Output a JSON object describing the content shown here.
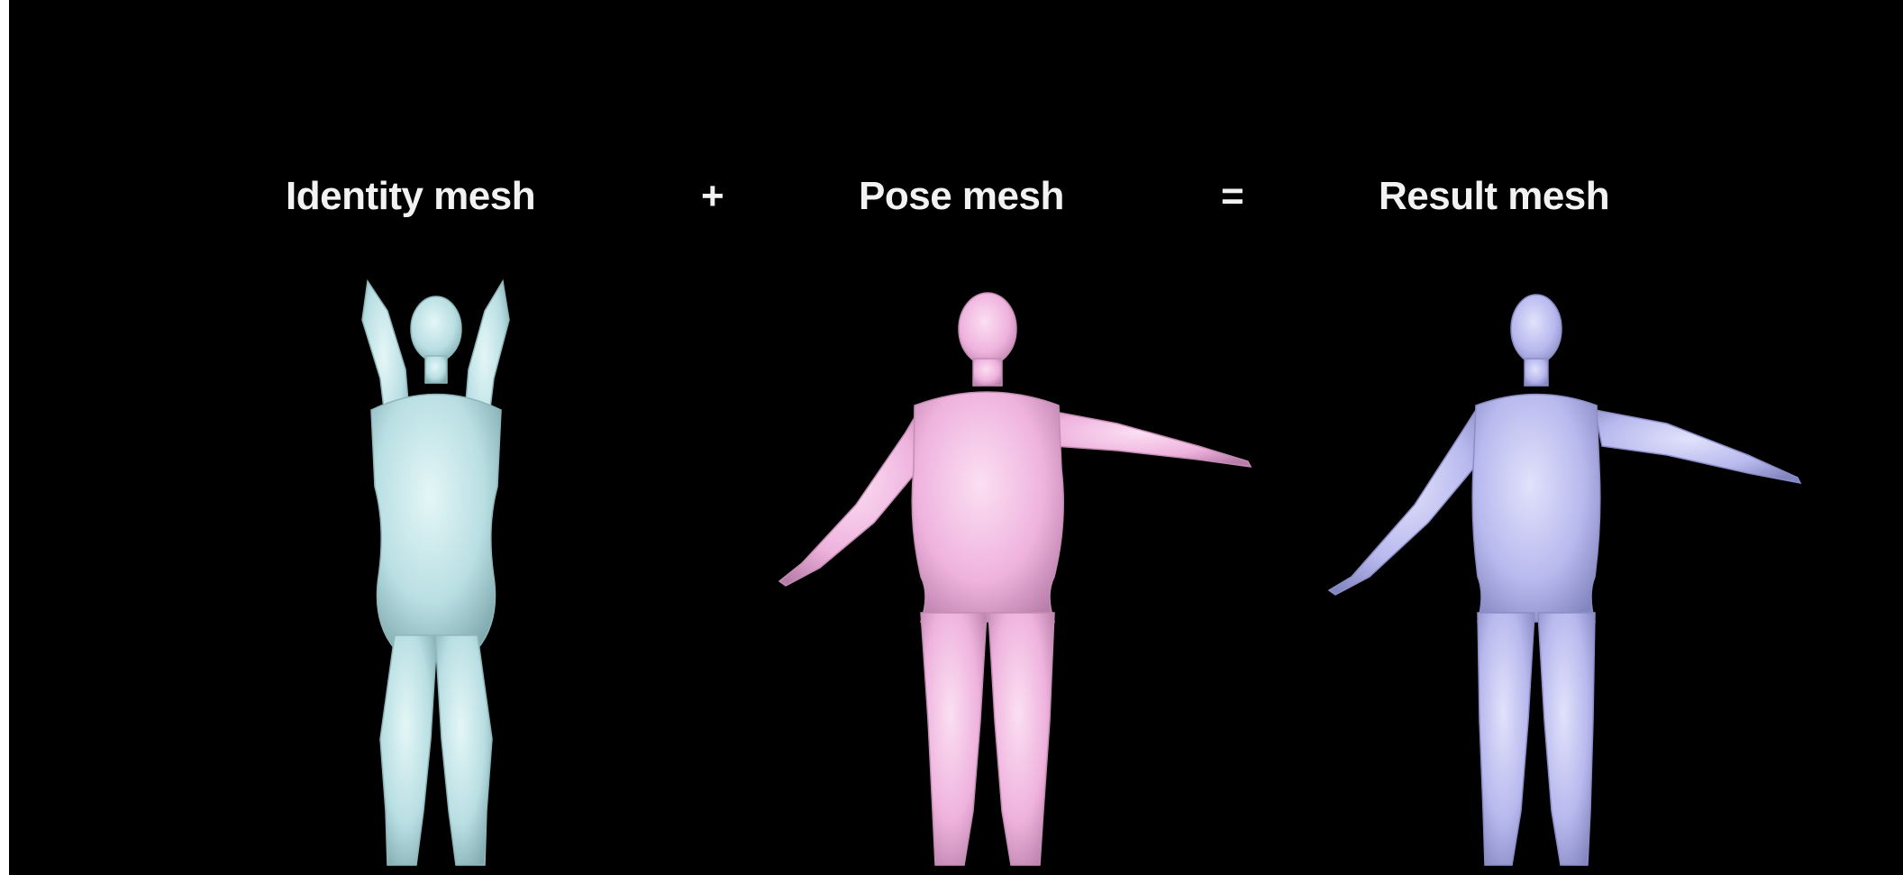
{
  "labels": {
    "identity": "Identity mesh",
    "plus": "+",
    "pose": "Pose mesh",
    "equals": "=",
    "result": "Result mesh"
  },
  "meshes": [
    {
      "id": "identity",
      "color": "#bfe3e6",
      "pose": "arms-raised"
    },
    {
      "id": "pose",
      "color": "#f0b8e0",
      "pose": "a-pose"
    },
    {
      "id": "result",
      "color": "#bcbdf0",
      "pose": "a-pose"
    }
  ],
  "colors": {
    "background": "#000000",
    "text": "#f2f2f2"
  }
}
